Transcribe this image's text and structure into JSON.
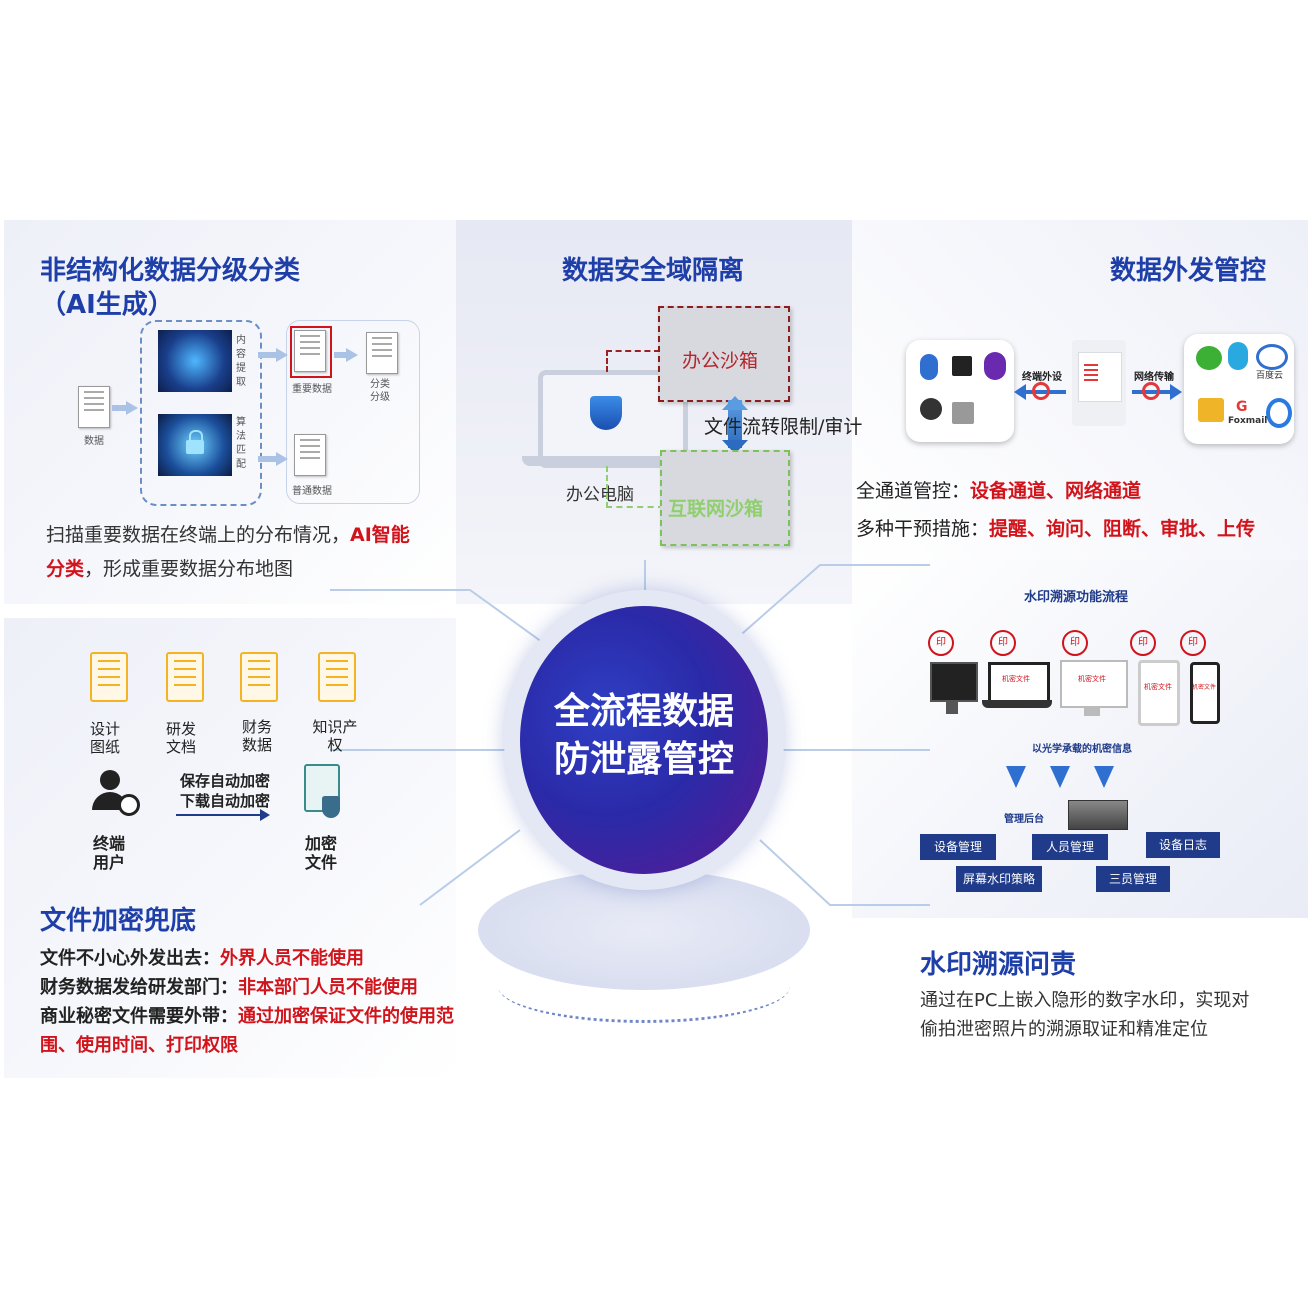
{
  "center": {
    "line1": "全流程数据",
    "line2": "防泄露管控"
  },
  "tl": {
    "title1": "非结构化数据分级分类",
    "title2": "（AI生成）",
    "labels": {
      "data": "数据",
      "extract": "内容提取",
      "match": "算法匹配",
      "important": "重要数据",
      "classify": "分类分级",
      "normal": "普通数据"
    },
    "desc_normal1": "扫描重要数据在终端上的分布情况，",
    "desc_red": "AI智能分类",
    "desc_normal2": "，形成重要数据分布地图"
  },
  "tc": {
    "title": "数据安全域隔离",
    "office_box": "办公沙箱",
    "internet_box": "互联网沙箱",
    "flow": "文件流转限制/审计",
    "pc": "办公电脑"
  },
  "tr": {
    "title": "数据外发管控",
    "terminal": "终端外设",
    "network": "网络传输",
    "baidu": "百度云",
    "foxmail": "Foxmail",
    "line1_label": "全通道管控：",
    "line1_red": "设备通道、网络通道",
    "line2_label": "多种干预措施：",
    "line2_red": "提醒、询问、阻断、审批、上传"
  },
  "bl": {
    "docs": [
      "设计图纸",
      "研发文档",
      "财务数据",
      "知识产权"
    ],
    "save": "保存自动加密",
    "download": "下载自动加密",
    "user": "终端用户",
    "encrypted": "加密文件",
    "title": "文件加密兜底",
    "rows": [
      {
        "label": "文件不小心外发出去：",
        "red": "外界人员不能使用"
      },
      {
        "label": "财务数据发给研发部门：",
        "red": "非本部门人员不能使用"
      },
      {
        "label": "商业秘密文件需要外带：",
        "red": "通过加密保证文件的使用范围、使用时间、打印权限"
      }
    ]
  },
  "br": {
    "flow_title": "水印溯源功能流程",
    "stamp": "印",
    "secret_doc": "机密文件",
    "optical": "以光学承载的机密信息",
    "backend": "管理后台",
    "buttons": [
      "设备管理",
      "人员管理",
      "设备日志",
      "屏幕水印策略",
      "三员管理"
    ],
    "title": "水印溯源问责",
    "desc": "通过在PC上嵌入隐形的数字水印，实现对偷拍泄密照片的溯源取证和精准定位"
  }
}
